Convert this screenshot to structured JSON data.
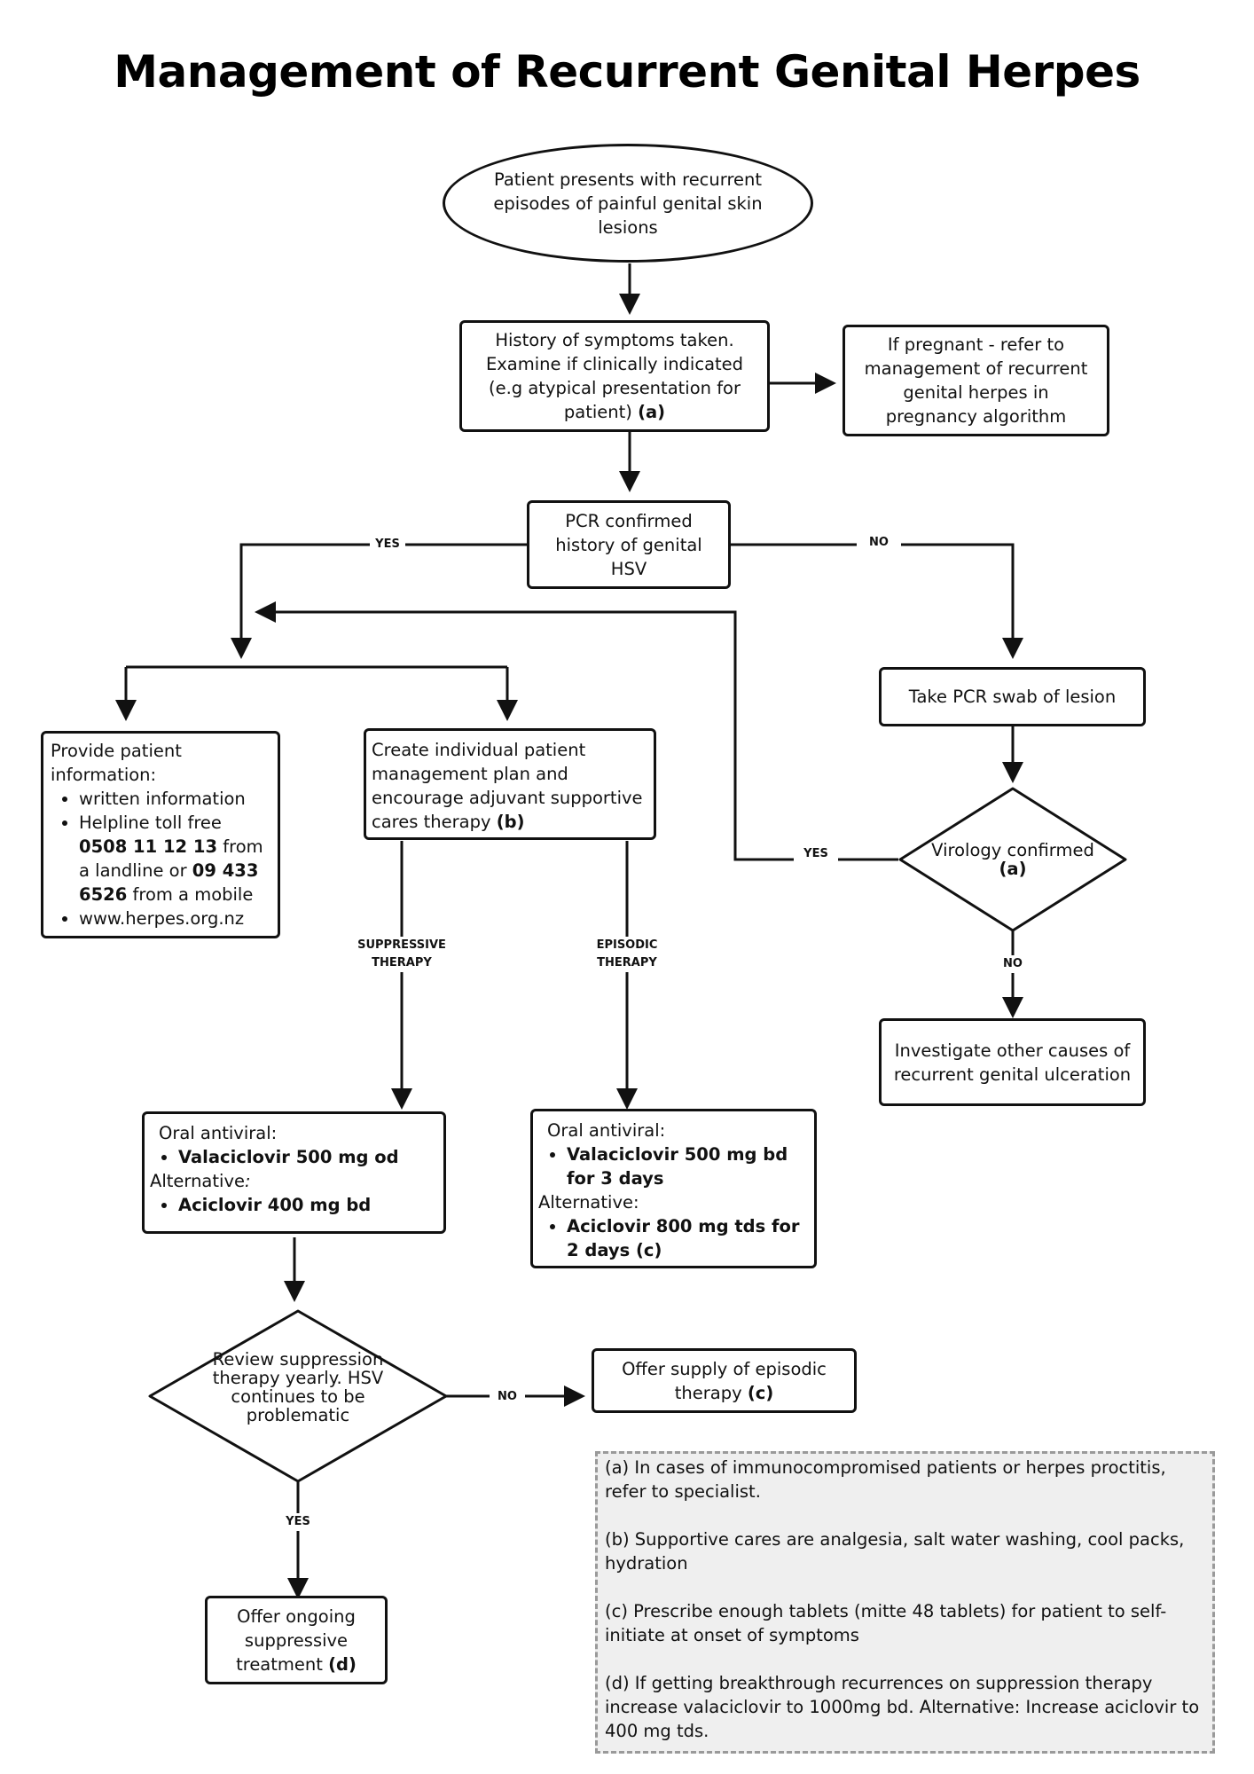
{
  "title": "Management of Recurrent Genital Herpes",
  "nodes": {
    "start": "Patient presents with recurrent episodes of painful genital skin lesions",
    "history": {
      "text": "History of symptoms taken. Examine if clinically indicated (e.g atypical presentation for patient)",
      "ref": "(a)"
    },
    "pregnant": "If pregnant - refer to management of recurrent genital herpes in pregnancy algorithm",
    "pcr_confirmed": "PCR confirmed history of genital HSV",
    "take_pcr": "Take PCR swab of lesion",
    "info": {
      "heading": "Provide patient information:",
      "item1": "written information",
      "item2_a": "Helpline toll free",
      "item2_b": "0508 11 12 13",
      "item2_c": "from a landline or",
      "item2_d": "09 433 6526",
      "item2_e": "from a mobile",
      "item3": "www.herpes.org.nz"
    },
    "plan": {
      "text": "Create individual patient management plan and encourage adjuvant supportive cares therapy",
      "ref": "(b)"
    },
    "virology": {
      "text": "Virology confirmed",
      "ref": "(a)"
    },
    "investigate": "Investigate other causes of recurrent genital ulceration",
    "suppressive_rx": {
      "heading": "Oral antiviral:",
      "drug1": "Valaciclovir 500 mg od",
      "alt": "Alternative",
      "alt_colon": ":",
      "drug2": "Aciclovir 400 mg bd"
    },
    "episodic_rx": {
      "heading": "Oral antiviral:",
      "drug1": "Valaciclovir 500 mg bd for 3 days",
      "alt": "Alternative:",
      "drug2": "Aciclovir 800 mg tds for 2 days  (c)"
    },
    "review": "Review suppression therapy yearly. HSV continues to be problematic",
    "offer_episodic": {
      "text": "Offer supply of episodic therapy ",
      "ref": "(c)"
    },
    "offer_ongoing": {
      "text": "Offer ongoing suppressive treatment",
      "ref": "(d)"
    }
  },
  "labels": {
    "yes": "YES",
    "no": "NO",
    "suppressive_1": "SUPPRESSIVE",
    "suppressive_2": "THERAPY",
    "episodic_1": "EPISODIC",
    "episodic_2": "THERAPY"
  },
  "notes": {
    "a": "(a) In cases of immunocompromised patients or herpes proctitis, refer to specialist.",
    "b": "(b) Supportive cares are analgesia, salt water washing, cool packs, hydration",
    "c": "(c) Prescribe enough tablets (mitte 48 tablets) for patient to self-initiate at onset of symptoms",
    "d": "(d) If getting breakthrough recurrences on suppression therapy increase valaciclovir to 1000mg bd. Alternative: Increase aciclovir  to 400 mg tds."
  }
}
